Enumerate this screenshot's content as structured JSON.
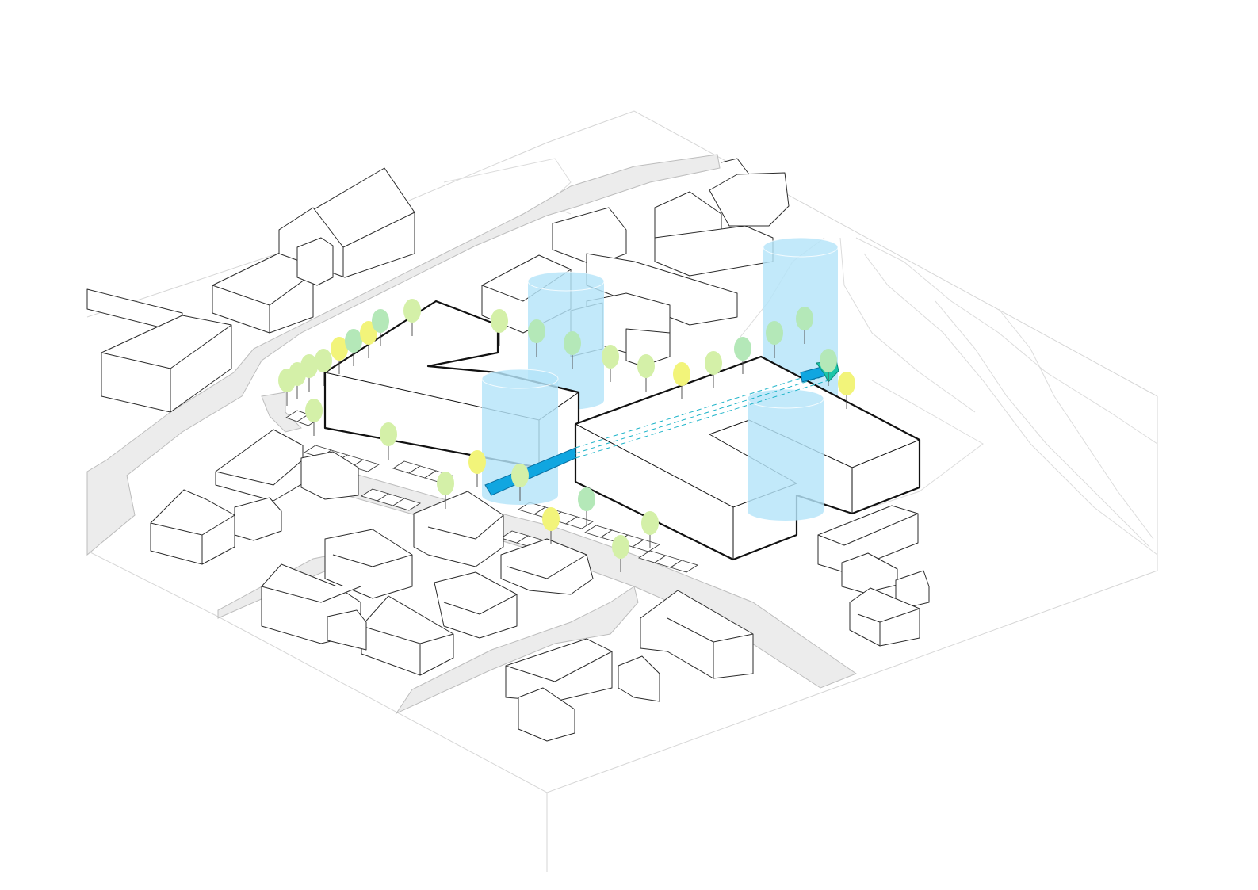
{
  "diagram": {
    "type": "isometric urban site massing diagram",
    "colors": {
      "background": "#ffffff",
      "road": "#ececec",
      "volume_cylinder": "#b4e4f9",
      "connection_arrow": "#10a6e0",
      "arrow_head": "#1cc6a8",
      "tree_light_green": "#d4f0a8",
      "tree_yellow": "#f2f47a",
      "tree_green": "#b4e8b8"
    },
    "elements": {
      "new_buildings": 2,
      "cylinders": 4,
      "connection_arrows": 1
    }
  }
}
